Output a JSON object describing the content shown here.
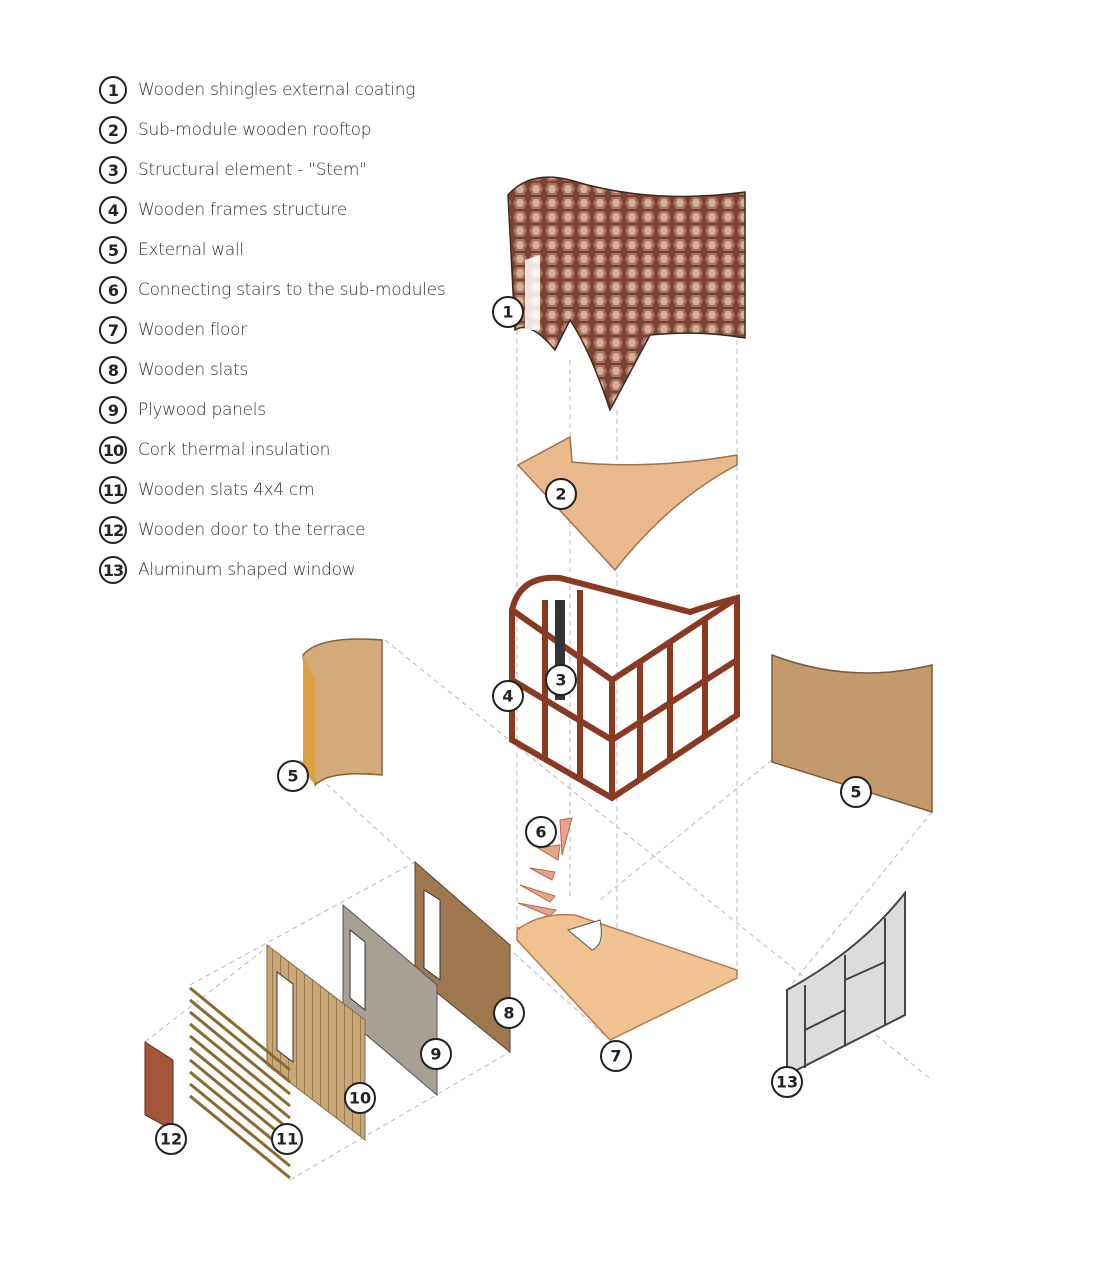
{
  "legend": [
    {
      "num": "1",
      "label": "Wooden shingles external coating"
    },
    {
      "num": "2",
      "label": "Sub-module wooden rooftop"
    },
    {
      "num": "3",
      "label": "Structural element - \"Stem\""
    },
    {
      "num": "4",
      "label": "Wooden frames structure"
    },
    {
      "num": "5",
      "label": "External wall"
    },
    {
      "num": "6",
      "label": "Connecting stairs to the sub-modules"
    },
    {
      "num": "7",
      "label": "Wooden floor"
    },
    {
      "num": "8",
      "label": "Wooden slats"
    },
    {
      "num": "9",
      "label": "Plywood panels"
    },
    {
      "num": "10",
      "label": "Cork thermal insulation"
    },
    {
      "num": "11",
      "label": "Wooden slats 4x4 cm"
    },
    {
      "num": "12",
      "label": "Wooden door to the terrace"
    },
    {
      "num": "13",
      "label": "Aluminum shaped window"
    }
  ],
  "callouts": {
    "shingles": "1",
    "roof": "2",
    "stem": "3",
    "frame": "4",
    "wall_left": "5",
    "wall_right": "5",
    "stairs": "6",
    "floor": "7",
    "slats": "8",
    "plywood": "9",
    "cork": "10",
    "slats4x4": "11",
    "door": "12",
    "window": "13"
  },
  "colors": {
    "shingle": "#9a5a48",
    "roof": "#e9b98c",
    "frame": "#8a3a22",
    "wall": "#c49a6c",
    "floor": "#efc290",
    "plywood": "#a8a095",
    "door": "#a4553a",
    "window": "#dcdcdc"
  }
}
